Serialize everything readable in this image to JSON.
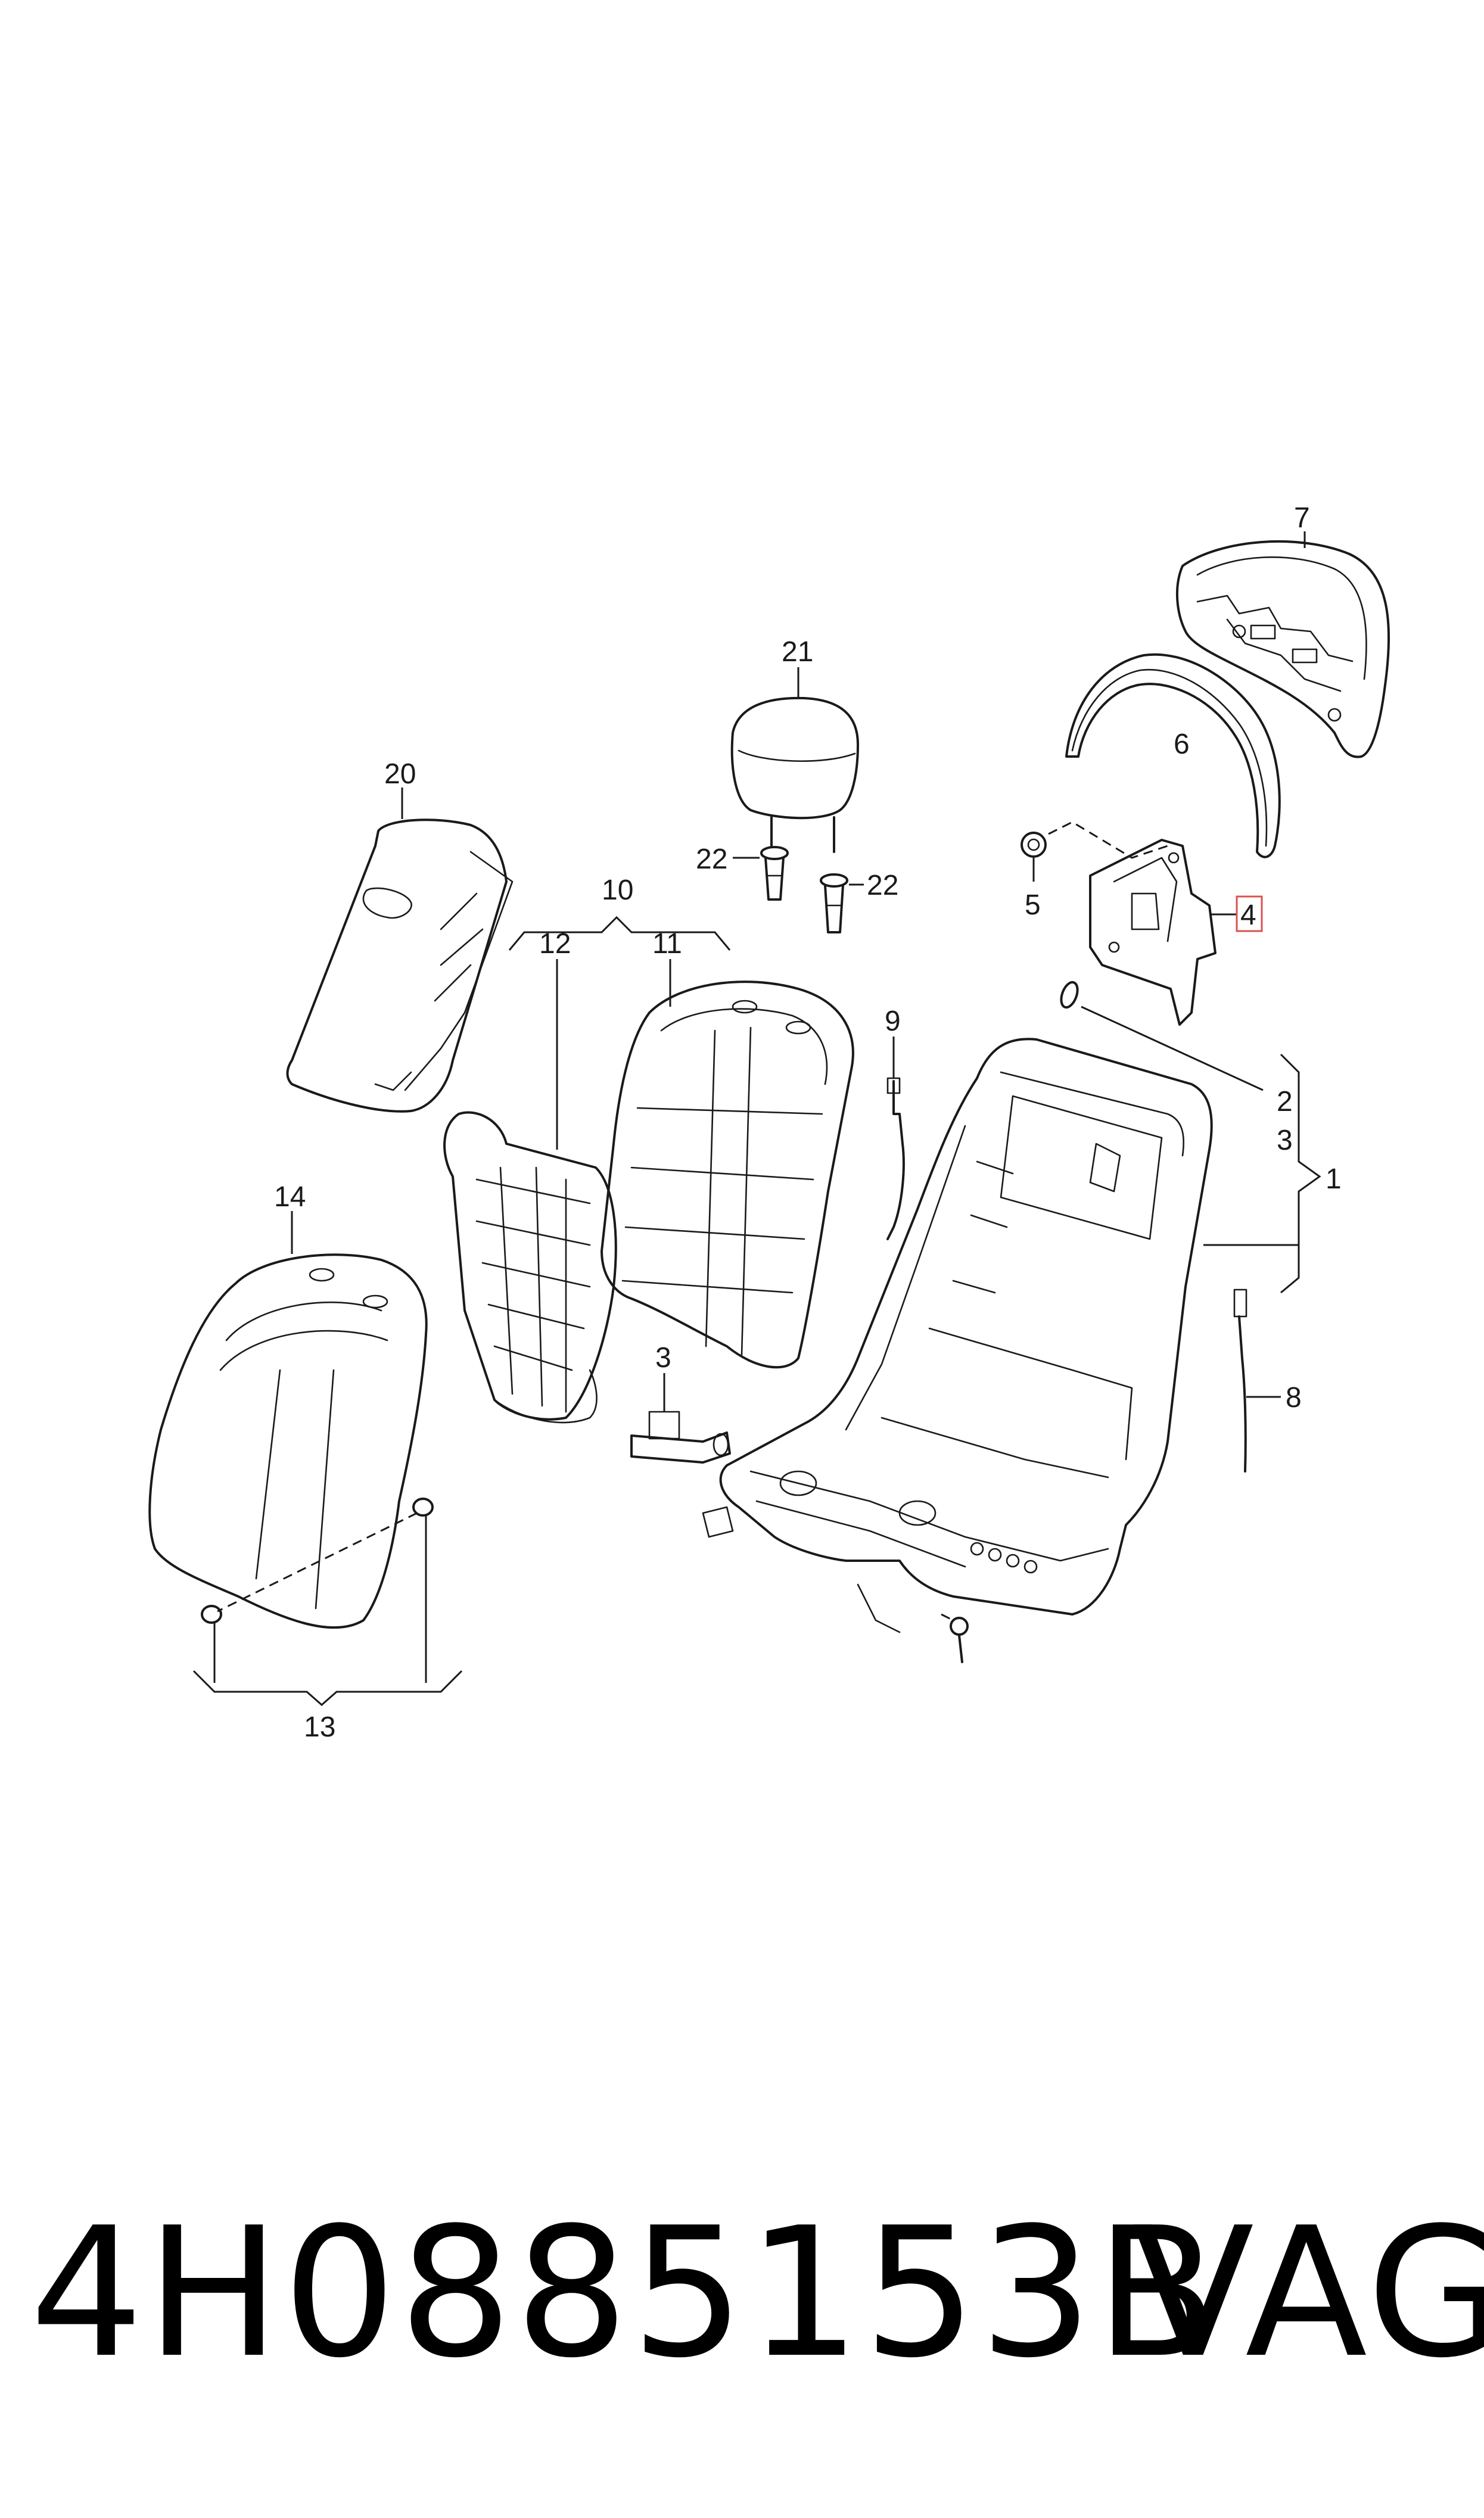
{
  "callouts": {
    "c1": "1",
    "c2": "2",
    "c3": "3",
    "c3b": "3",
    "c4": "4",
    "c5": "5",
    "c6": "6",
    "c7": "7",
    "c8": "8",
    "c9": "9",
    "c10": "10",
    "c11": "11",
    "c12": "12",
    "c13": "13",
    "c14": "14",
    "c20": "20",
    "c21": "21",
    "c22a": "22",
    "c22b": "22"
  },
  "highlighted_callout": "4",
  "colors": {
    "line": "#1a1a1a",
    "highlight": "#d9534f",
    "background": "#ffffff"
  },
  "footer": {
    "part_number": "4H0885153B",
    "brand": "VAG"
  }
}
